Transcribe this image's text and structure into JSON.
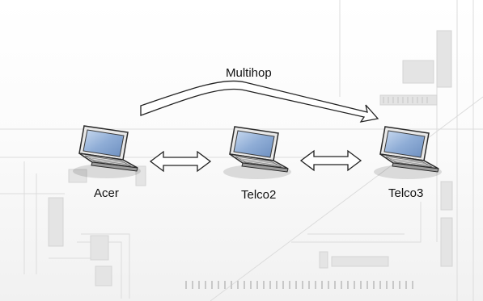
{
  "diagram": {
    "nodes": [
      {
        "id": "acer",
        "label": "Acer",
        "icon": "laptop-icon"
      },
      {
        "id": "telco2",
        "label": "Telco2",
        "icon": "laptop-icon"
      },
      {
        "id": "telco3",
        "label": "Telco3",
        "icon": "laptop-icon"
      }
    ],
    "links": [
      {
        "from": "acer",
        "to": "telco2",
        "type": "bidirectional"
      },
      {
        "from": "telco2",
        "to": "telco3",
        "type": "bidirectional"
      }
    ],
    "multihop": {
      "label": "Multihop",
      "from": "acer",
      "to": "telco3"
    },
    "colors": {
      "screen": "#9fb8d8",
      "laptop_body": "#e6e6e6",
      "laptop_outline": "#2a2a2a",
      "arrow_fill": "#ffffff",
      "arrow_stroke": "#222222",
      "background_circuit": "#d9d9d9"
    }
  }
}
